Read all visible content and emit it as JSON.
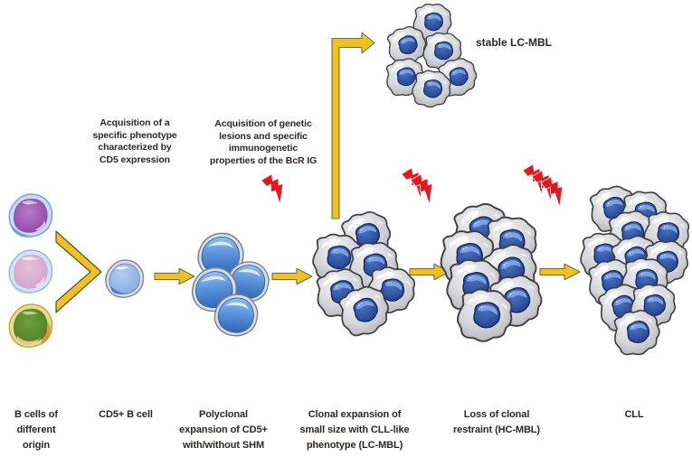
{
  "annotations": {
    "phenotype": "Acquisition of a\nspecific phenotype\ncharacterized by\nCD5 expression",
    "genetic": "Acquisition of genetic\nlesions and specific\nimmunogenetic\nproperties of the BcR IG",
    "stable": "stable LC-MBL"
  },
  "stages": [
    {
      "label": "B cells of\ndifferent\norigin"
    },
    {
      "label": "CD5+ B cell"
    },
    {
      "label": "Polyclonal\nexpansion of CD5+\nwith/without SHM"
    },
    {
      "label": "Clonal expansion of\nsmall size with CLL-like\nphenotype (LC-MBL)"
    },
    {
      "label": "Loss of clonal\nrestraint (HC-MBL)"
    },
    {
      "label": "CLL"
    }
  ],
  "colors": {
    "arrow_yellow": "#F3C11E",
    "bolt_red": "#E9161C",
    "cell_gray": "#C6C8CC",
    "nucleus_blue": "#27509F",
    "b_cell_blue": "#4E84D0",
    "origin_purple": "#A855BC",
    "origin_pink": "#D9ACD0",
    "origin_green": "#5C8F2C",
    "text": "#2B2725"
  },
  "icons": {
    "arrow": "block-arrow-right",
    "elbow_arrow": "block-arrow-up-right",
    "chevron": "chevron-right",
    "bolt": "lightning-bolt"
  }
}
